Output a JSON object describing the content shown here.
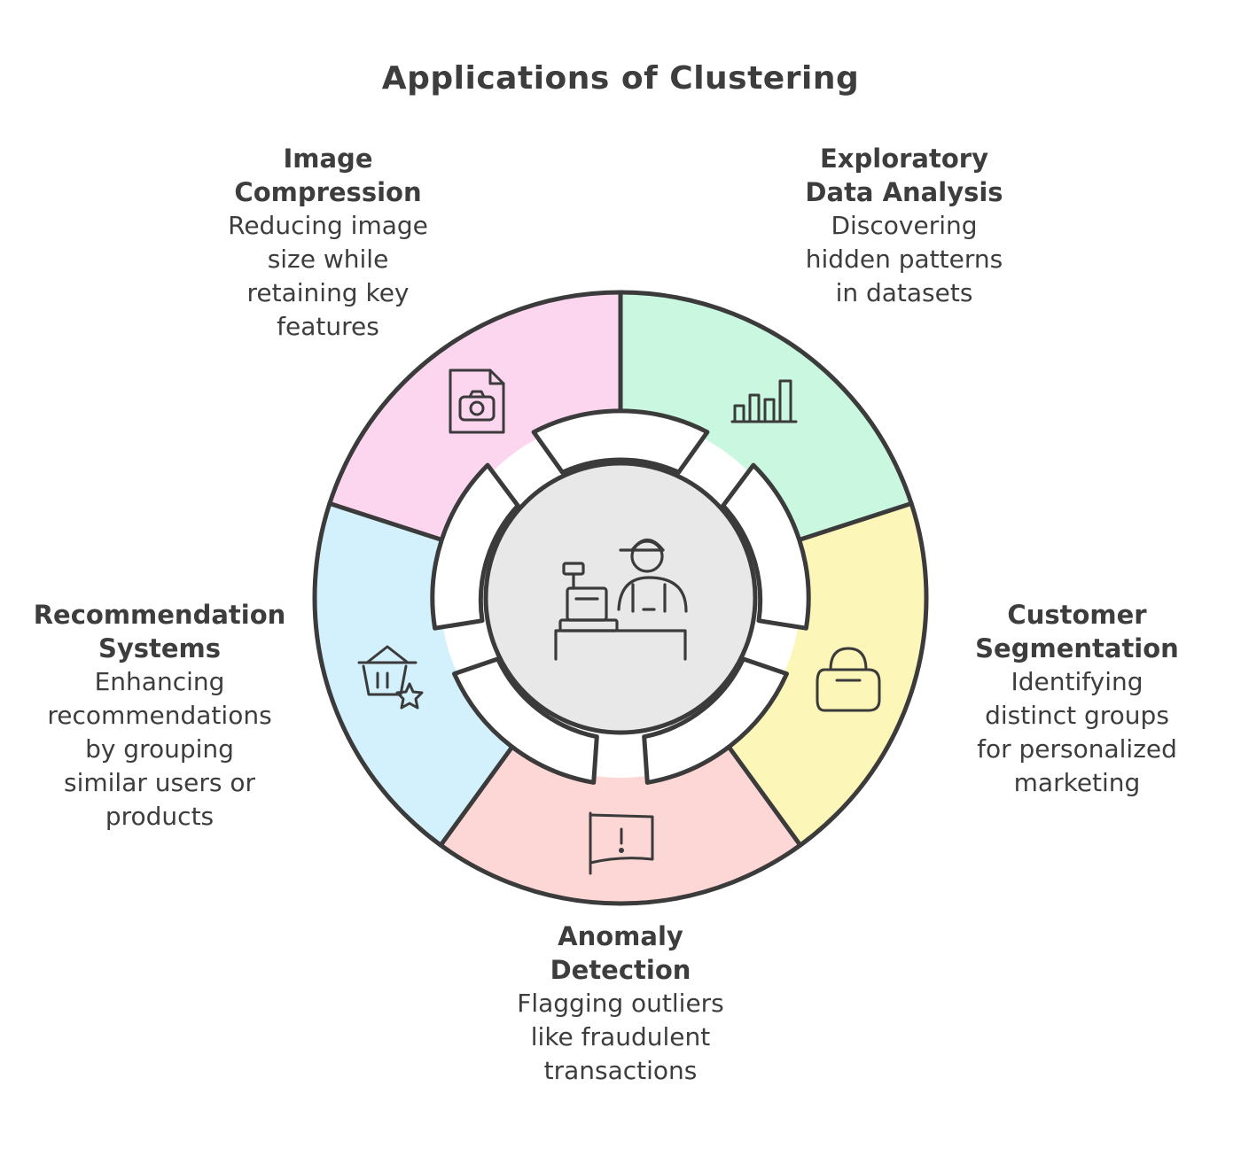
{
  "title": "Applications of Clustering",
  "center": {
    "icon": "cashier-at-register-icon"
  },
  "segments": [
    {
      "id": "image-compression",
      "heading_lines": [
        "Image",
        "Compression"
      ],
      "desc_lines": [
        "Reducing image",
        "size while",
        "retaining key",
        "features"
      ],
      "icon": "photo-file-icon",
      "color": "#fcd5ef"
    },
    {
      "id": "exploratory-data-analysis",
      "heading_lines": [
        "Exploratory",
        "Data Analysis"
      ],
      "desc_lines": [
        "Discovering",
        "hidden patterns",
        "in datasets"
      ],
      "icon": "bar-chart-icon",
      "color": "#c9f7e0"
    },
    {
      "id": "customer-segmentation",
      "heading_lines": [
        "Customer",
        "Segmentation"
      ],
      "desc_lines": [
        "Identifying",
        "distinct groups",
        "for personalized",
        "marketing"
      ],
      "icon": "shopping-bag-icon",
      "color": "#fdf6b9"
    },
    {
      "id": "anomaly-detection",
      "heading_lines": [
        "Anomaly",
        "Detection"
      ],
      "desc_lines": [
        "Flagging outliers",
        "like fraudulent",
        "transactions"
      ],
      "icon": "warning-flag-icon",
      "color": "#fdd6d6"
    },
    {
      "id": "recommendation-systems",
      "heading_lines": [
        "Recommendation",
        "Systems"
      ],
      "desc_lines": [
        "Enhancing",
        "recommendations",
        "by grouping",
        "similar users or",
        "products"
      ],
      "icon": "basket-star-icon",
      "color": "#d2f1fc"
    }
  ]
}
